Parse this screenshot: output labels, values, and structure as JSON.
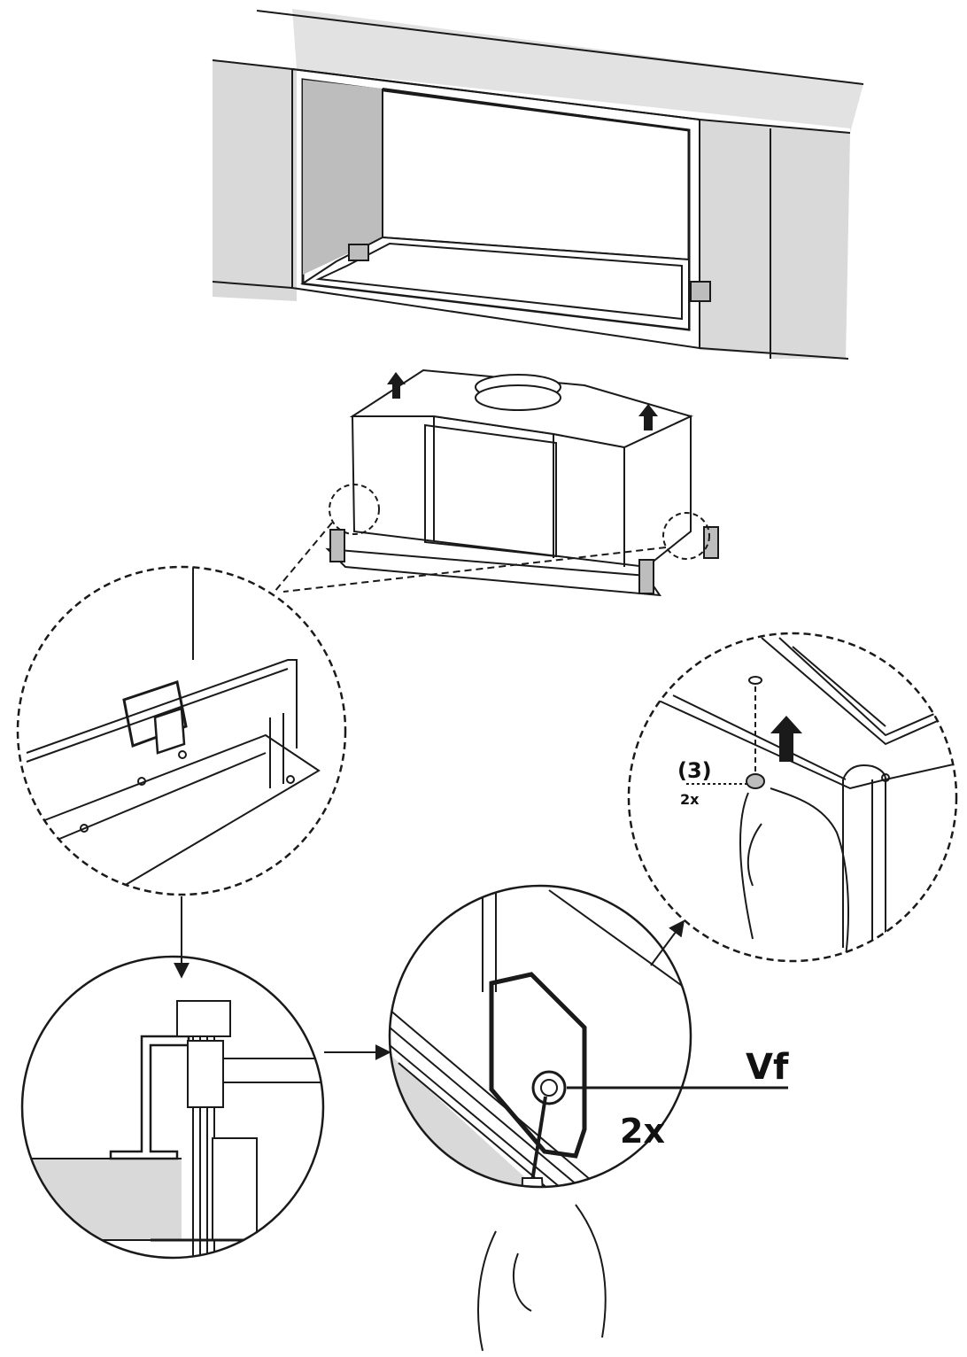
{
  "labels": {
    "screw_callout": "(3)",
    "screw_count": "2x",
    "fastener_code": "Vf",
    "fastener_count": "2x"
  },
  "colors": {
    "line": "#1a1a1a",
    "gray": "#d9d9d9",
    "dark_gray": "#bdbdbd",
    "background": "#ffffff"
  }
}
